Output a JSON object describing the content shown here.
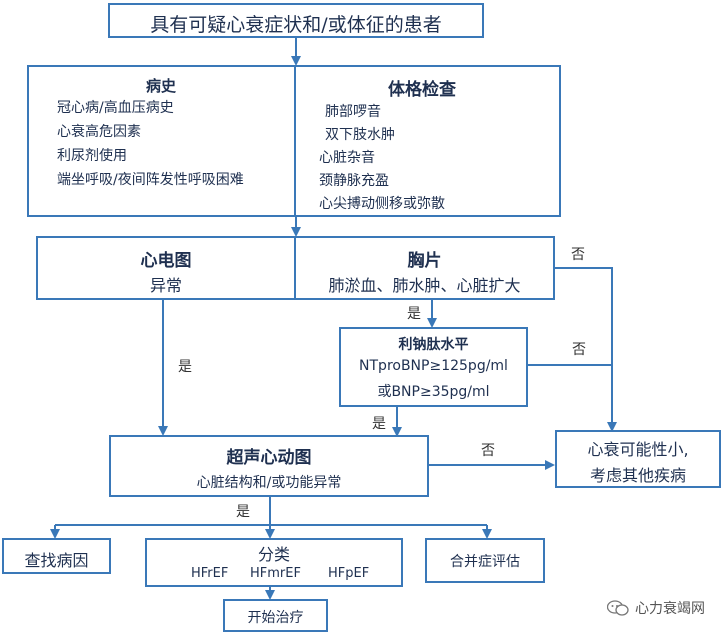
{
  "nodes": {
    "patient": "具有可疑心衰症状和/或体征的患者",
    "history": {
      "title": "病史",
      "items": [
        "冠心病/高血压病史",
        "心衰高危因素",
        "利尿剂使用",
        "端坐呼吸/夜间阵发性呼吸困难"
      ]
    },
    "exam": {
      "title": "体格检查",
      "items": [
        "肺部啰音",
        "双下肢水肿",
        "心脏杂音",
        "颈静脉充盈",
        "心尖搏动侧移或弥散"
      ]
    },
    "ecg": {
      "title": "心电图",
      "text": "异常"
    },
    "xray": {
      "title": "胸片",
      "text": "肺淤血、肺水肿、心脏扩大"
    },
    "bnp": {
      "title": "利钠肽水平",
      "line1": "NTproBNP≥125pg/ml",
      "line2": "或BNP≥35pg/ml"
    },
    "echo": {
      "title": "超声心动图",
      "text": "心脏结构和/或功能异常"
    },
    "unlikely": {
      "line1": "心衰可能性小,",
      "line2": "考虑其他疾病"
    },
    "cause": "查找病因",
    "classify": {
      "title": "分类",
      "types": [
        "HFrEF",
        "HFmrEF",
        "HFpEF"
      ]
    },
    "comorbid": "合并症评估",
    "treat": "开始治疗"
  },
  "labels": {
    "yes_ecg": "是",
    "yes_xray": "是",
    "yes_bnp": "是",
    "yes_echo": "是",
    "no_xray": "否",
    "no_bnp": "否",
    "no_echo": "否"
  },
  "watermark": "心力衰竭网",
  "colors": {
    "border": "#3a78b8",
    "text": "#1f3050"
  }
}
